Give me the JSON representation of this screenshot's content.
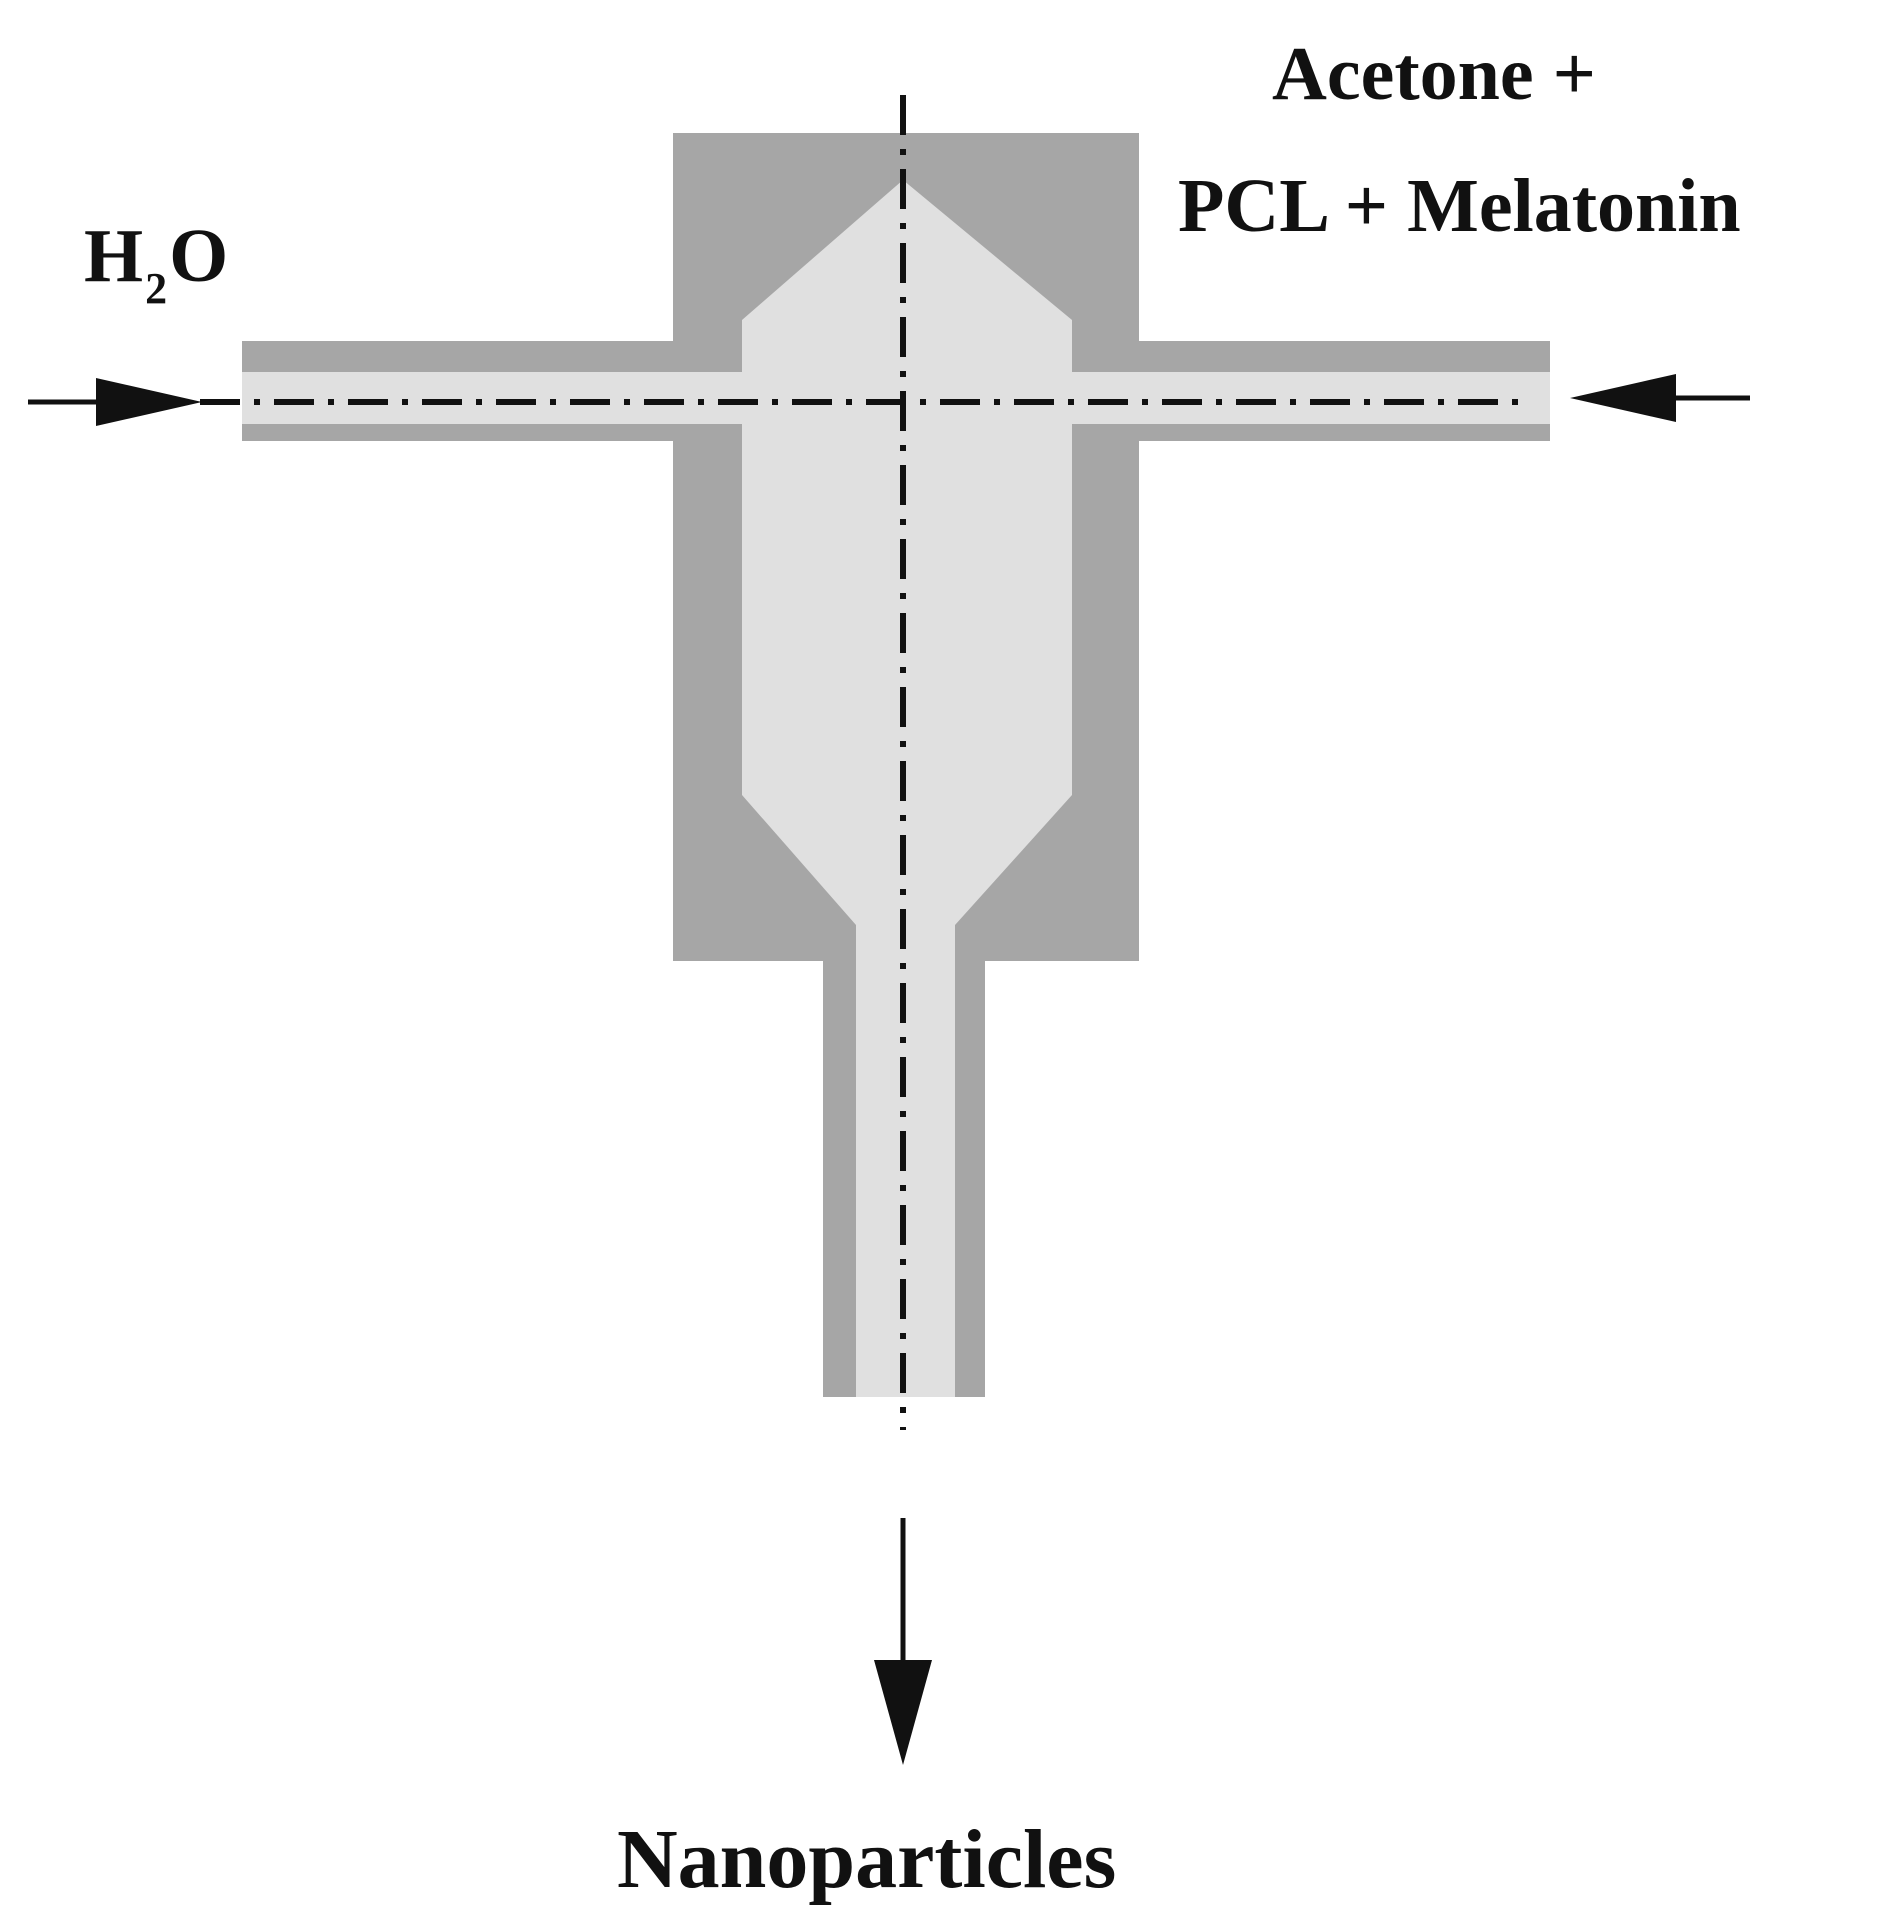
{
  "diagram": {
    "labels": {
      "water_main": "H",
      "water_sub": "2",
      "water_tail": "O",
      "organic_feed_line1": "Acetone +",
      "organic_feed_line2": "PCL + Melatonin",
      "output": "Nanoparticles"
    },
    "colors": {
      "mixer_wall": "#a6a6a6",
      "fluid_channel": "#e0e0e0",
      "lines": "#111111",
      "background": "#ffffff"
    }
  }
}
